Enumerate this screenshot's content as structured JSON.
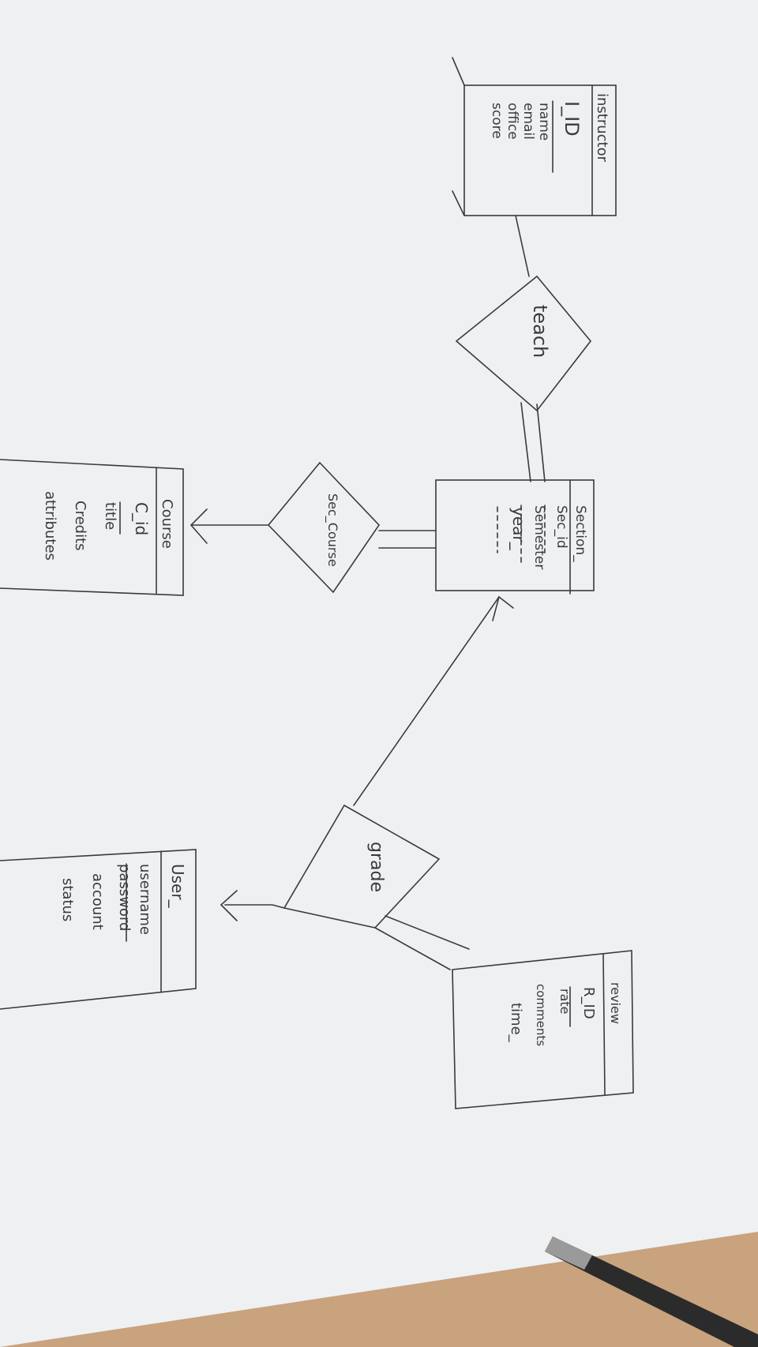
{
  "entities": {
    "instructor": {
      "name": "instructor",
      "key": "I_ID",
      "attributes": [
        "name",
        "email",
        "office",
        "score"
      ]
    },
    "section": {
      "name": "Section_",
      "keys": [
        "Sec_id",
        "Semester",
        "year_"
      ]
    },
    "course": {
      "name": "Course",
      "key": "C_id",
      "attributes": [
        "title",
        "Credits",
        "attributes"
      ]
    },
    "user": {
      "name": "User_",
      "key": "username",
      "attributes": [
        "password",
        "account",
        "status"
      ]
    },
    "review": {
      "name": "review",
      "key": "R_ID",
      "attributes": [
        "rate",
        "comments",
        "time_"
      ]
    }
  },
  "relationships": {
    "teach": "teach",
    "sec_course": "Sec_Course",
    "grade": "grade"
  },
  "colors": {
    "paper": "#eef0f2",
    "ink": "#3a3a3a",
    "desk": "#c9a27e"
  }
}
